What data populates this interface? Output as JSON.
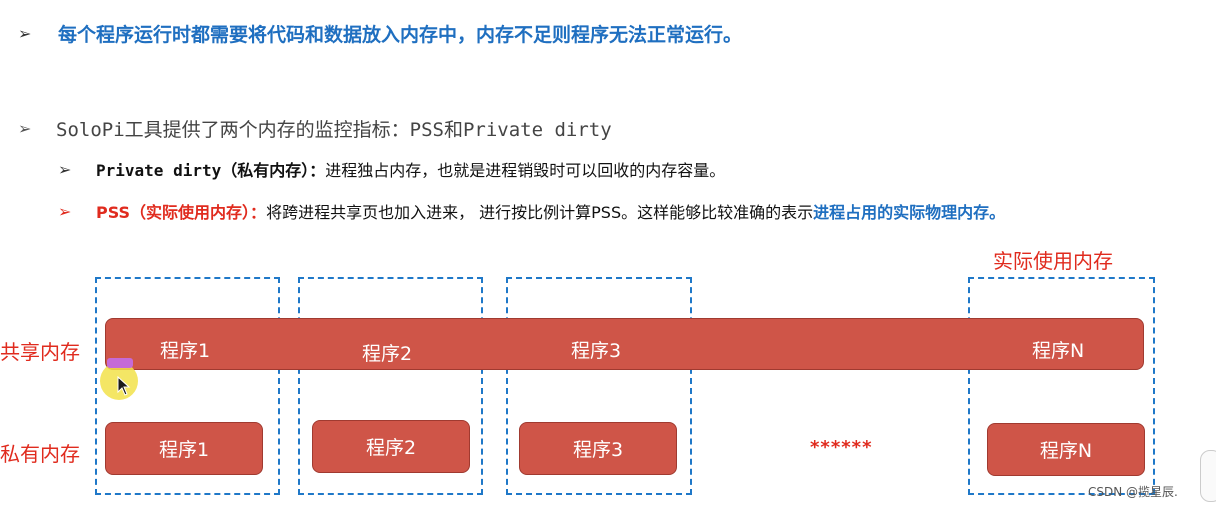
{
  "bullets": {
    "arrow": "➢",
    "line1": "每个程序运行时都需要将代码和数据放入内存中，内存不足则程序无法正常运行。",
    "line2": "SoloPi工具提供了两个内存的监控指标：PSS和Private dirty",
    "line3": {
      "key": "Private dirty（私有内存）：",
      "text": "进程独占内存，也就是进程销毁时可以回收的内存容量。"
    },
    "line4": {
      "key": "PSS（实际使用内存）：",
      "text": "将跨进程共享页也加入进来， 进行按比例计算PSS。这样能够比较准确的表示",
      "highlight": "进程占用的实际物理内存。"
    }
  },
  "diagram": {
    "label_actual": "实际使用内存",
    "label_shared": "共享内存",
    "label_private": "私有内存",
    "shared_labels": [
      "程序1",
      "程序2",
      "程序3",
      "程序N"
    ],
    "private_labels": [
      "程序1",
      "程序2",
      "程序3",
      "程序N"
    ],
    "ellipsis": "******"
  },
  "watermark": "CSDN @揽星辰.",
  "colors": {
    "blue": "#1f6fc0",
    "red": "#e02b1e",
    "block": "#cf5548",
    "dash": "#1f78c8"
  }
}
